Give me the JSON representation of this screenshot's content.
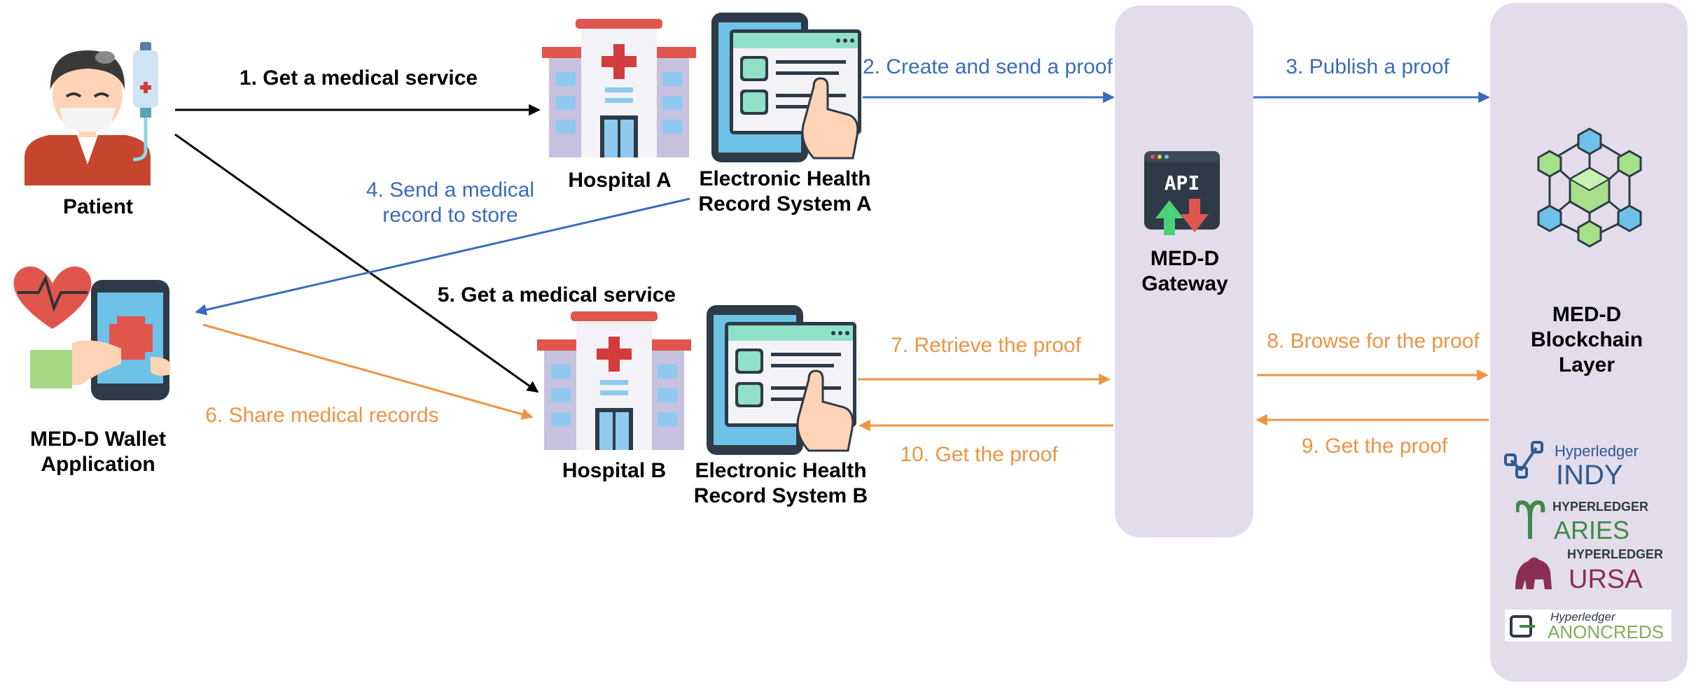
{
  "actors": {
    "patient": "Patient",
    "wallet": "MED-D Wallet\nApplication",
    "hospital_a": "Hospital A",
    "ehr_a": "Electronic Health\nRecord System A",
    "hospital_b": "Hospital B",
    "ehr_b": "Electronic Health\nRecord System B",
    "gateway": "MED-D\nGateway",
    "blockchain": "MED-D\nBlockchain\nLayer"
  },
  "api_badge": "API",
  "steps": {
    "s1": "1. Get a medical service",
    "s2": "2. Create and send a proof",
    "s3": "3. Publish a proof",
    "s4": "4. Send a medical\nrecord to store",
    "s5": "5. Get a medical service",
    "s6": "6. Share medical records",
    "s7": "7. Retrieve the proof",
    "s8": "8. Browse for the proof",
    "s9": "9. Get the proof",
    "s10": "10. Get the proof"
  },
  "logos": {
    "indy_brand": "Hyperledger",
    "indy_name": "INDY",
    "aries_brand": "HYPERLEDGER",
    "aries_name": "ARIES",
    "ursa_brand": "HYPERLEDGER",
    "ursa_name": "URSA",
    "anoncreds_brand": "Hyperledger",
    "anoncreds_name": "ANONCREDS"
  },
  "colors": {
    "black_flow": "#000000",
    "blue_flow": "#3a6bbd",
    "orange_flow": "#ee9345",
    "panel": "#e3dceb"
  }
}
